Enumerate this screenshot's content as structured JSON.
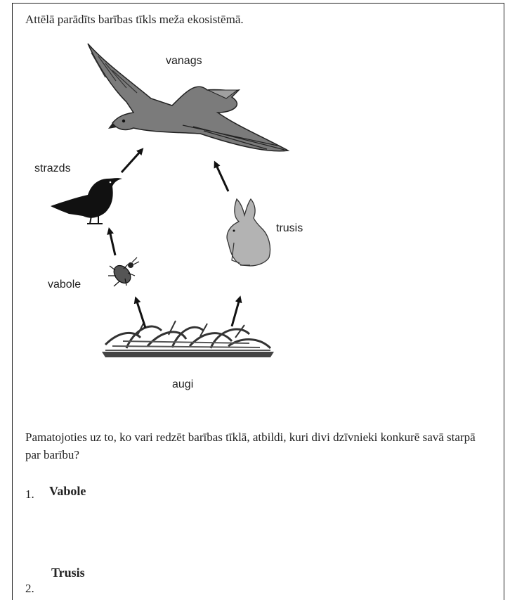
{
  "intro": "Attēlā parādīts barības tīkls meža ekosistēmā.",
  "diagram": {
    "labels": {
      "hawk": "vanags",
      "thrush": "strazds",
      "rabbit": "trusis",
      "beetle": "vabole",
      "plants": "augi"
    }
  },
  "question": "Pamatojoties uz to, ko vari redzēt barības tīklā, atbildi, kuri divi dzīvnieki konkurē savā starpā par barību?",
  "answers": [
    {
      "number": "1.",
      "text": "Vabole"
    },
    {
      "number": "2.",
      "text": "Trusis"
    }
  ]
}
